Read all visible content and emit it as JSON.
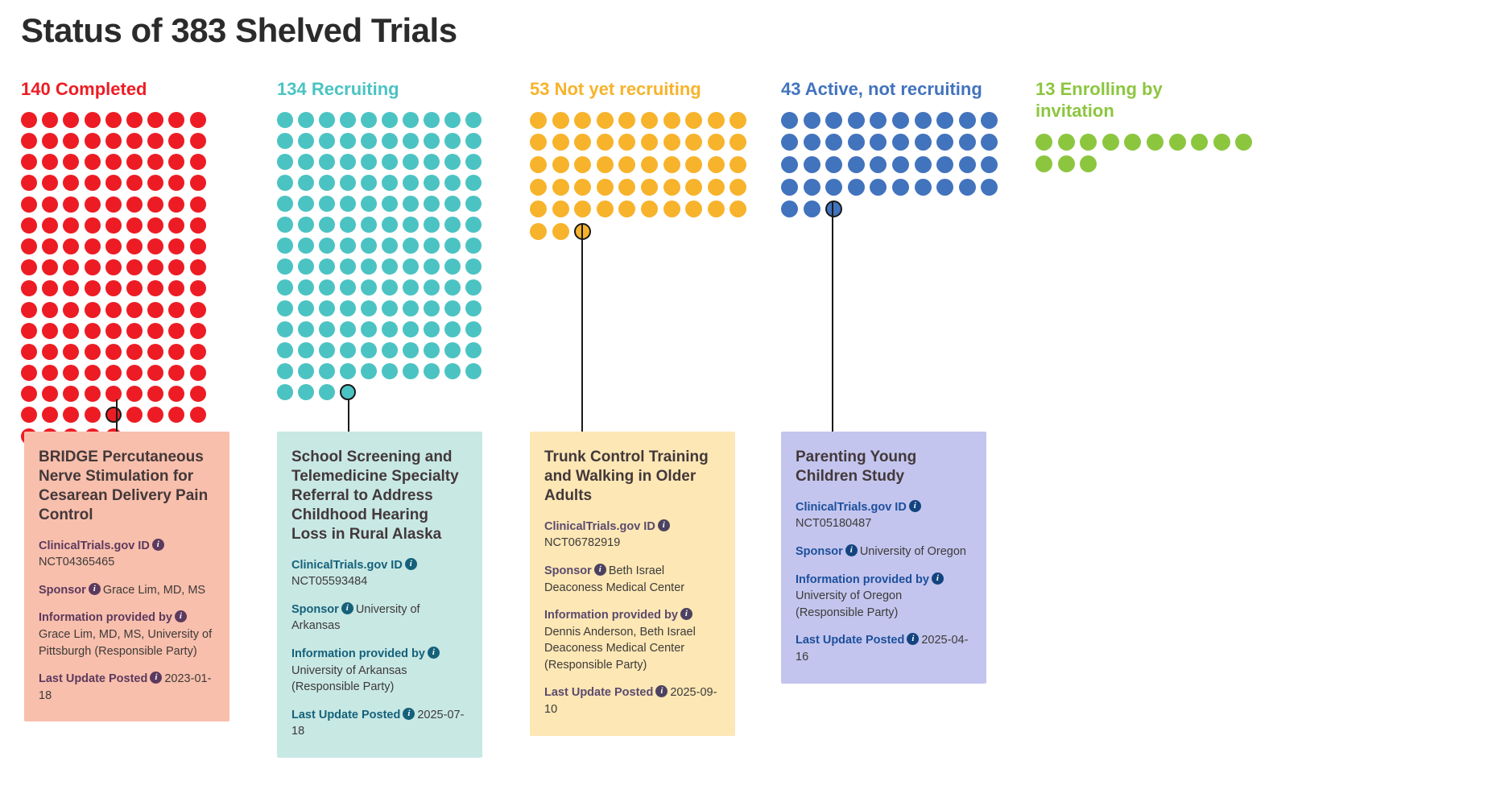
{
  "title": "Status of 383 Shelved Trials",
  "chart_data": {
    "type": "pictogram",
    "title": "Status of 383 Shelved Trials",
    "unit": "1 dot = 1 trial",
    "total": 383,
    "categories": [
      "Completed",
      "Recruiting",
      "Not yet recruiting",
      "Active, not recruiting",
      "Enrolling by invitation"
    ],
    "values": [
      140,
      134,
      53,
      43,
      13
    ],
    "colors": [
      "#ed1c24",
      "#4cc3c3",
      "#f7b32b",
      "#4273bd",
      "#8cc63f"
    ],
    "legend": "inline-headers",
    "grid": false
  },
  "groups": [
    {
      "id": "completed",
      "count": 140,
      "label": "Completed",
      "header": "140 Completed",
      "color": "#ed1c24",
      "columns": 9,
      "highlight_index": 130
    },
    {
      "id": "recruiting",
      "count": 134,
      "label": "Recruiting",
      "header": "134 Recruiting",
      "color": "#4cc3c3",
      "columns": 10,
      "highlight_index": 133
    },
    {
      "id": "not-yet-recruiting",
      "count": 53,
      "label": "Not yet recruiting",
      "header": "53 Not yet recruiting",
      "color": "#f7b32b",
      "columns": 10,
      "highlight_index": 52
    },
    {
      "id": "active-not-recruiting",
      "count": 43,
      "label": "Active, not recruiting",
      "header": "43 Active, not recruiting",
      "color": "#4273bd",
      "columns": 10,
      "highlight_index": 42
    },
    {
      "id": "enrolling-by-invitation",
      "count": 13,
      "label": "Enrolling by invitation",
      "header": "13 Enrolling by\ninvitation",
      "color": "#8cc63f",
      "columns": 10,
      "highlight_index": -1
    }
  ],
  "field_labels": {
    "id": "ClinicalTrials.gov ID",
    "sponsor": "Sponsor",
    "info": "Information provided by",
    "updated": "Last Update Posted"
  },
  "cards": [
    {
      "id": "card-completed",
      "title": "BRIDGE Percutaneous Nerve Stimulation for Cesarean Delivery Pain Control",
      "nct": "NCT04365465",
      "sponsor": "Grace Lim, MD, MS",
      "info": "Grace Lim, MD, MS, University of Pittsburgh (Responsible Party)",
      "updated": "2023-01-18",
      "bg": "#f8bfac",
      "label_color": "#5c3a5e",
      "icon_color": "#5c3a5e"
    },
    {
      "id": "card-recruiting",
      "title": "School Screening and Telemedicine Specialty Referral to Address Childhood Hearing Loss in Rural Alaska",
      "nct": "NCT05593484",
      "sponsor": "University of Arkansas",
      "info": "University of Arkansas (Responsible Party)",
      "updated": "2025-07-18",
      "bg": "#c8e8e4",
      "label_color": "#15617a",
      "icon_color": "#15617a"
    },
    {
      "id": "card-not-yet-recruiting",
      "title": "Trunk Control Training and Walking in Older Adults",
      "nct": "NCT06782919",
      "sponsor": "Beth Israel Deaconess Medical Center",
      "info": "Dennis Anderson, Beth Israel Deaconess Medical Center (Responsible Party)",
      "updated": "2025-09-10",
      "bg": "#fce7b5",
      "label_color": "#5b4a6e",
      "icon_color": "#4c4260"
    },
    {
      "id": "card-active-not-recruiting",
      "title": "Parenting Young Children Study",
      "nct": "NCT05180487",
      "sponsor": "University of Oregon",
      "info": "University of Oregon (Responsible Party)",
      "updated": "2025-04-16",
      "bg": "#c3c5ee",
      "label_color": "#1d4f9c",
      "icon_color": "#14447f"
    }
  ]
}
